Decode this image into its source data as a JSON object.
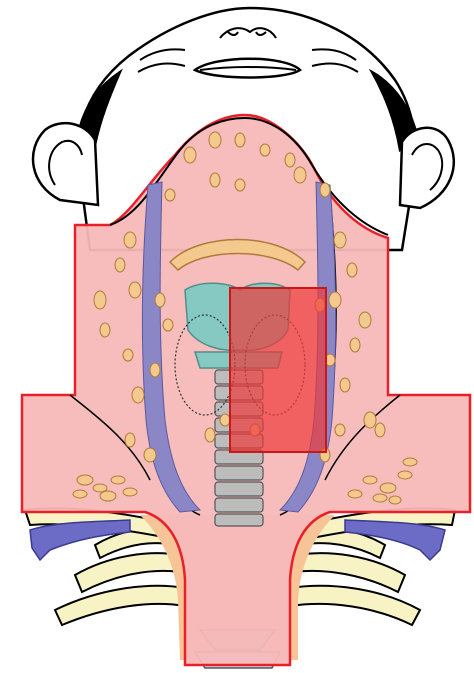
{
  "diagram": {
    "colors": {
      "background": "#ffffff",
      "outline": "#000000",
      "skin": "#ffffff",
      "field": "#f7b9b9",
      "field_border": "#e8202a",
      "nodes": "#f3c98d",
      "node_border": "#b07a3a",
      "vessels": "#8b86c6",
      "thyroid_cartilage": "#86c9c3",
      "trachea": "#bcbcbc",
      "hyoid": "#f3c98d",
      "clavicle": "#f7f3c4",
      "subclavian_vessels": "#6c6cc6",
      "mediastinum": "#f6c496",
      "target_box": "#ee3a3a",
      "base_strip": "#bfe4ee"
    },
    "regions": [
      "head-outline",
      "irradiation-field",
      "lymph-nodes",
      "jugular-vessels",
      "thyroid-cartilage",
      "trachea",
      "hyoid-bone",
      "clavicles",
      "ribs",
      "mediastinum",
      "boost-box"
    ]
  }
}
